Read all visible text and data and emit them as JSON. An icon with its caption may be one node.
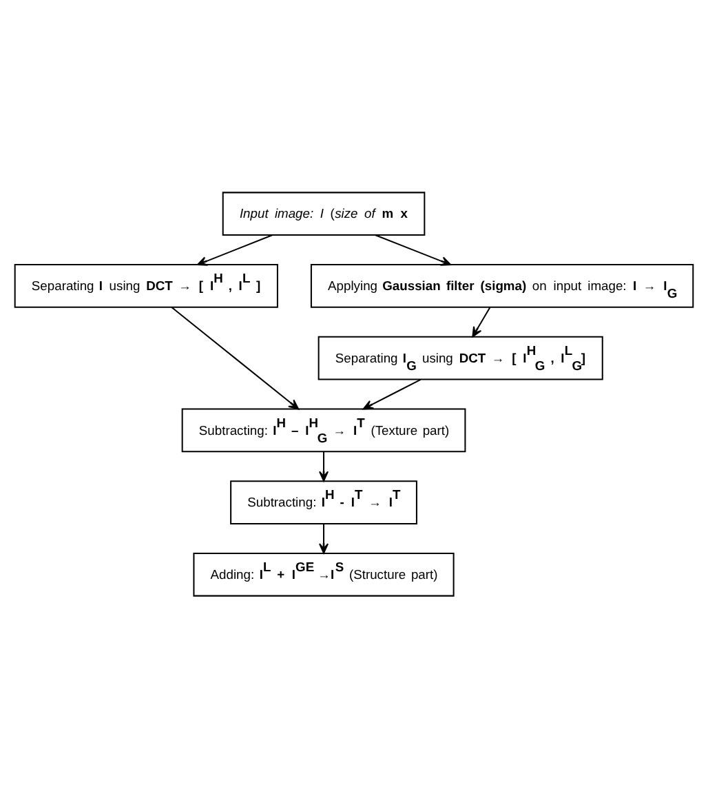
{
  "diagram": {
    "nodes": [
      {
        "text": [
          "*Input image:* *I* (*size of* **m x**"
        ]
      },
      {
        "text": [
          "Separating **I** using **DCT** → **[ I$^{H}$ , I$^{L}$ ]**"
        ]
      },
      {
        "text": [
          "Applying **Gaussian filter (sigma)** on input image: **I → I$_{G}$**"
        ]
      },
      {
        "text": [
          "Separating **I$_{G}$** using **DCT** → **[ I$^{H}$$_{G}$ , I$^{L}$$_{G}$]**"
        ]
      },
      {
        "text": [
          "Subtracting: **I$^{H}$ – I$^{H}$$_{G}$ → I$^{T}$** (Texture part)"
        ]
      },
      {
        "text": [
          "Subtracting: **I$^{H}$ - I$^{T}$ → I$^{T}$**"
        ]
      },
      {
        "text": [
          "Adding: **I$^{L}$ + I$^{GE}$ →I$^{S}$** (Structure part)"
        ]
      }
    ],
    "edges": [
      {
        "from": 0,
        "to": 1,
        "arrow": "to"
      },
      {
        "from": 0,
        "to": 2,
        "arrow": "to"
      },
      {
        "from": 2,
        "to": 3,
        "arrow": "to"
      },
      {
        "from": 1,
        "to": 4,
        "arrow": "to"
      },
      {
        "from": 3,
        "to": 4,
        "arrow": "to"
      },
      {
        "from": 4,
        "to": 5,
        "arrow": "to"
      },
      {
        "from": 5,
        "to": 6,
        "arrow": "to"
      }
    ]
  }
}
